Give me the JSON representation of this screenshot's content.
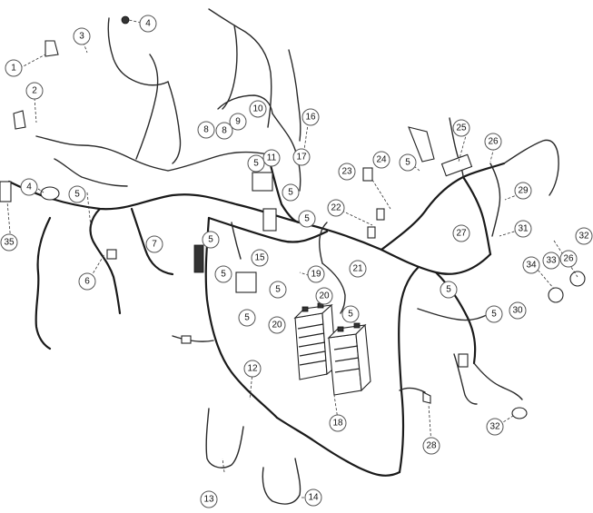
{
  "diagram": {
    "callouts": [
      {
        "id": "c1",
        "label": "1"
      },
      {
        "id": "c2",
        "label": "2"
      },
      {
        "id": "c3",
        "label": "3"
      },
      {
        "id": "c4a",
        "label": "4"
      },
      {
        "id": "c4b",
        "label": "4"
      },
      {
        "id": "c5a",
        "label": "5"
      },
      {
        "id": "c5b",
        "label": "5"
      },
      {
        "id": "c5c",
        "label": "5"
      },
      {
        "id": "c5d",
        "label": "5"
      },
      {
        "id": "c5e",
        "label": "5"
      },
      {
        "id": "c5f",
        "label": "5"
      },
      {
        "id": "c5g",
        "label": "5"
      },
      {
        "id": "c5h",
        "label": "5"
      },
      {
        "id": "c5i",
        "label": "5"
      },
      {
        "id": "c5j",
        "label": "5"
      },
      {
        "id": "c5k",
        "label": "5"
      },
      {
        "id": "c5l",
        "label": "5"
      },
      {
        "id": "c6",
        "label": "6"
      },
      {
        "id": "c7",
        "label": "7"
      },
      {
        "id": "c8a",
        "label": "8"
      },
      {
        "id": "c8b",
        "label": "8"
      },
      {
        "id": "c9",
        "label": "9"
      },
      {
        "id": "c10",
        "label": "10"
      },
      {
        "id": "c11",
        "label": "11"
      },
      {
        "id": "c12",
        "label": "12"
      },
      {
        "id": "c13",
        "label": "13"
      },
      {
        "id": "c14",
        "label": "14"
      },
      {
        "id": "c15",
        "label": "15"
      },
      {
        "id": "c16",
        "label": "16"
      },
      {
        "id": "c17",
        "label": "17"
      },
      {
        "id": "c18",
        "label": "18"
      },
      {
        "id": "c19",
        "label": "19"
      },
      {
        "id": "c20a",
        "label": "20"
      },
      {
        "id": "c20b",
        "label": "20"
      },
      {
        "id": "c21",
        "label": "21"
      },
      {
        "id": "c22",
        "label": "22"
      },
      {
        "id": "c23",
        "label": "23"
      },
      {
        "id": "c24",
        "label": "24"
      },
      {
        "id": "c25",
        "label": "25"
      },
      {
        "id": "c26a",
        "label": "26"
      },
      {
        "id": "c26b",
        "label": "26"
      },
      {
        "id": "c27",
        "label": "27"
      },
      {
        "id": "c28",
        "label": "28"
      },
      {
        "id": "c29",
        "label": "29"
      },
      {
        "id": "c30",
        "label": "30"
      },
      {
        "id": "c31",
        "label": "31"
      },
      {
        "id": "c32a",
        "label": "32"
      },
      {
        "id": "c32b",
        "label": "32"
      },
      {
        "id": "c33",
        "label": "33"
      },
      {
        "id": "c34",
        "label": "34"
      },
      {
        "id": "c35",
        "label": "35"
      }
    ]
  }
}
